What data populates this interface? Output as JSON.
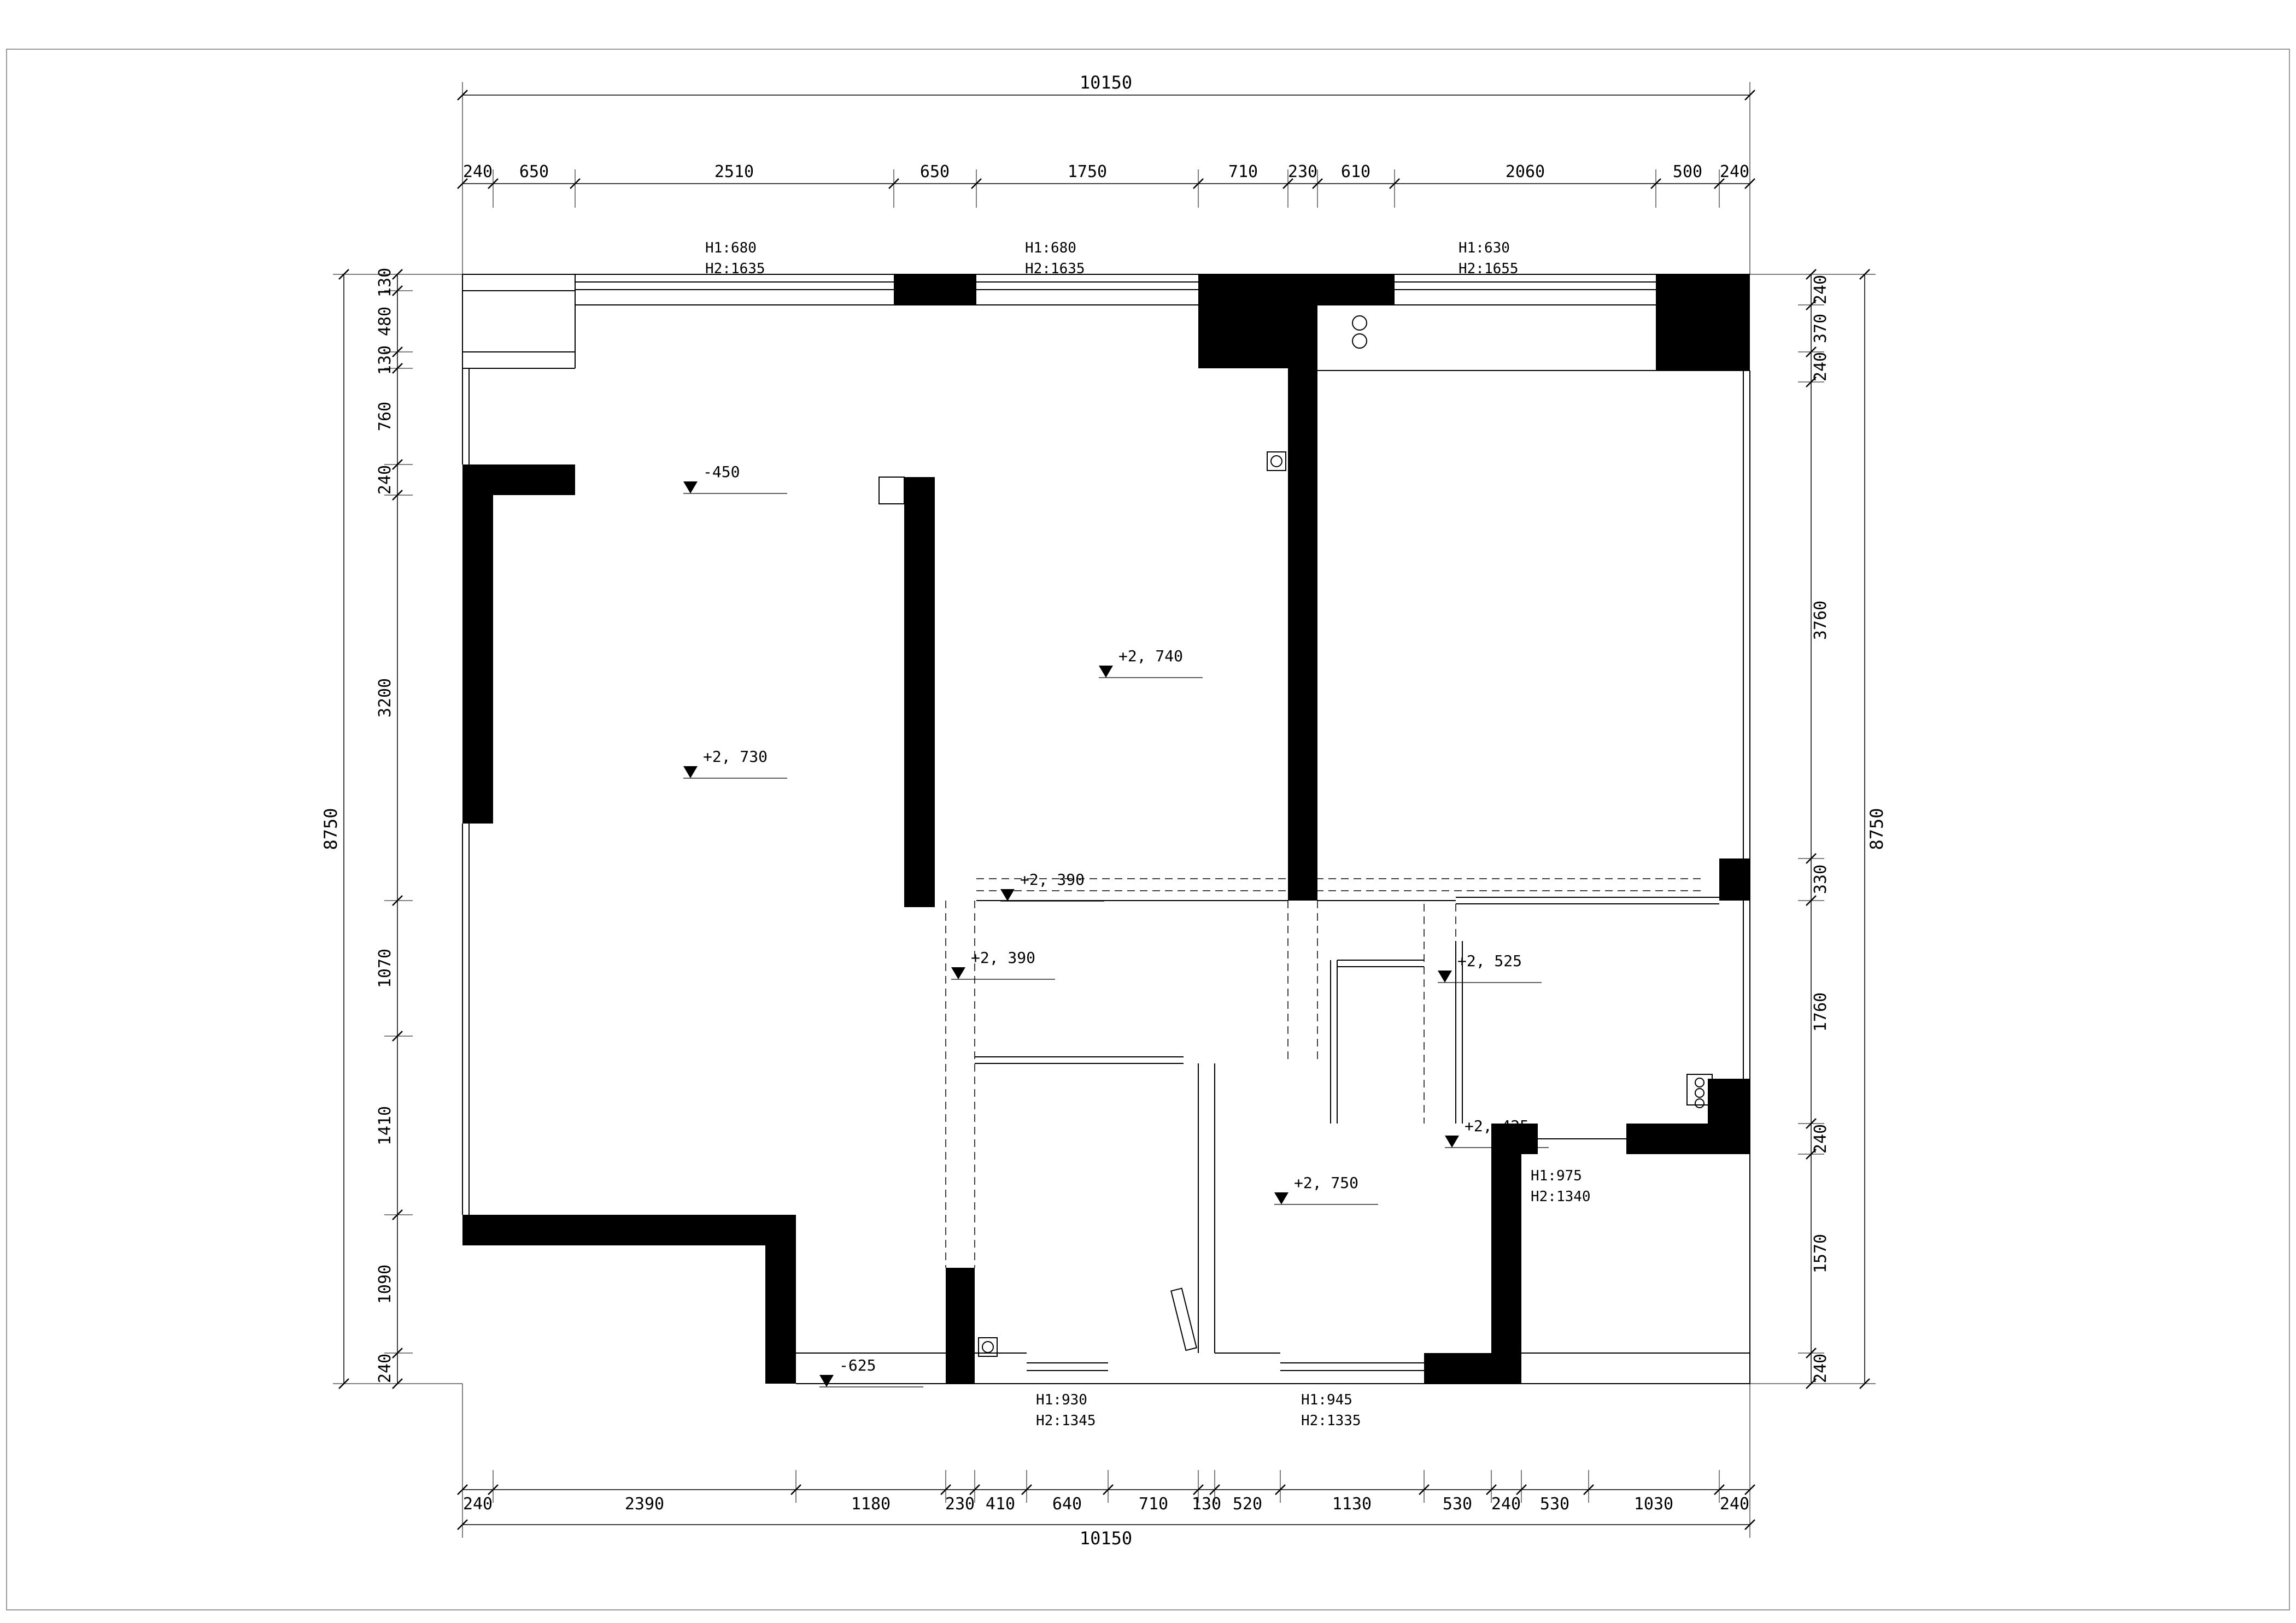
{
  "dims": {
    "top_total": "10150",
    "bottom_total": "10150",
    "left_total": "8750",
    "right_total": "8750",
    "top": [
      "240",
      "650",
      "2510",
      "650",
      "1750",
      "710",
      "230",
      "610",
      "2060",
      "500",
      "240"
    ],
    "bottom": [
      "240",
      "2390",
      "1180",
      "230",
      "410",
      "640",
      "710",
      "130",
      "520",
      "1130",
      "530",
      "240",
      "530",
      "1030",
      "240"
    ],
    "left": [
      "130",
      "480",
      "130",
      "760",
      "240",
      "3200",
      "1070",
      "1410",
      "1090",
      "240"
    ],
    "right": [
      "240",
      "370",
      "240",
      "3760",
      "330",
      "1760",
      "240",
      "1570",
      "240"
    ]
  },
  "openings": [
    {
      "h1": "H1:680",
      "h2": "H2:1635"
    },
    {
      "h1": "H1:680",
      "h2": "H2:1635"
    },
    {
      "h1": "H1:630",
      "h2": "H2:1655"
    },
    {
      "h1": "H1:975",
      "h2": "H2:1340"
    },
    {
      "h1": "H1:930",
      "h2": "H2:1345"
    },
    {
      "h1": "H1:945",
      "h2": "H2:1335"
    }
  ],
  "levels": [
    "-450",
    "+2, 740",
    "+2, 730",
    "+2, 390",
    "+2, 390",
    "+2, 525",
    "+2, 425",
    "+2, 750",
    "-625"
  ],
  "colors": {
    "wall": "#000000",
    "line": "#000000",
    "background": "#ffffff"
  }
}
